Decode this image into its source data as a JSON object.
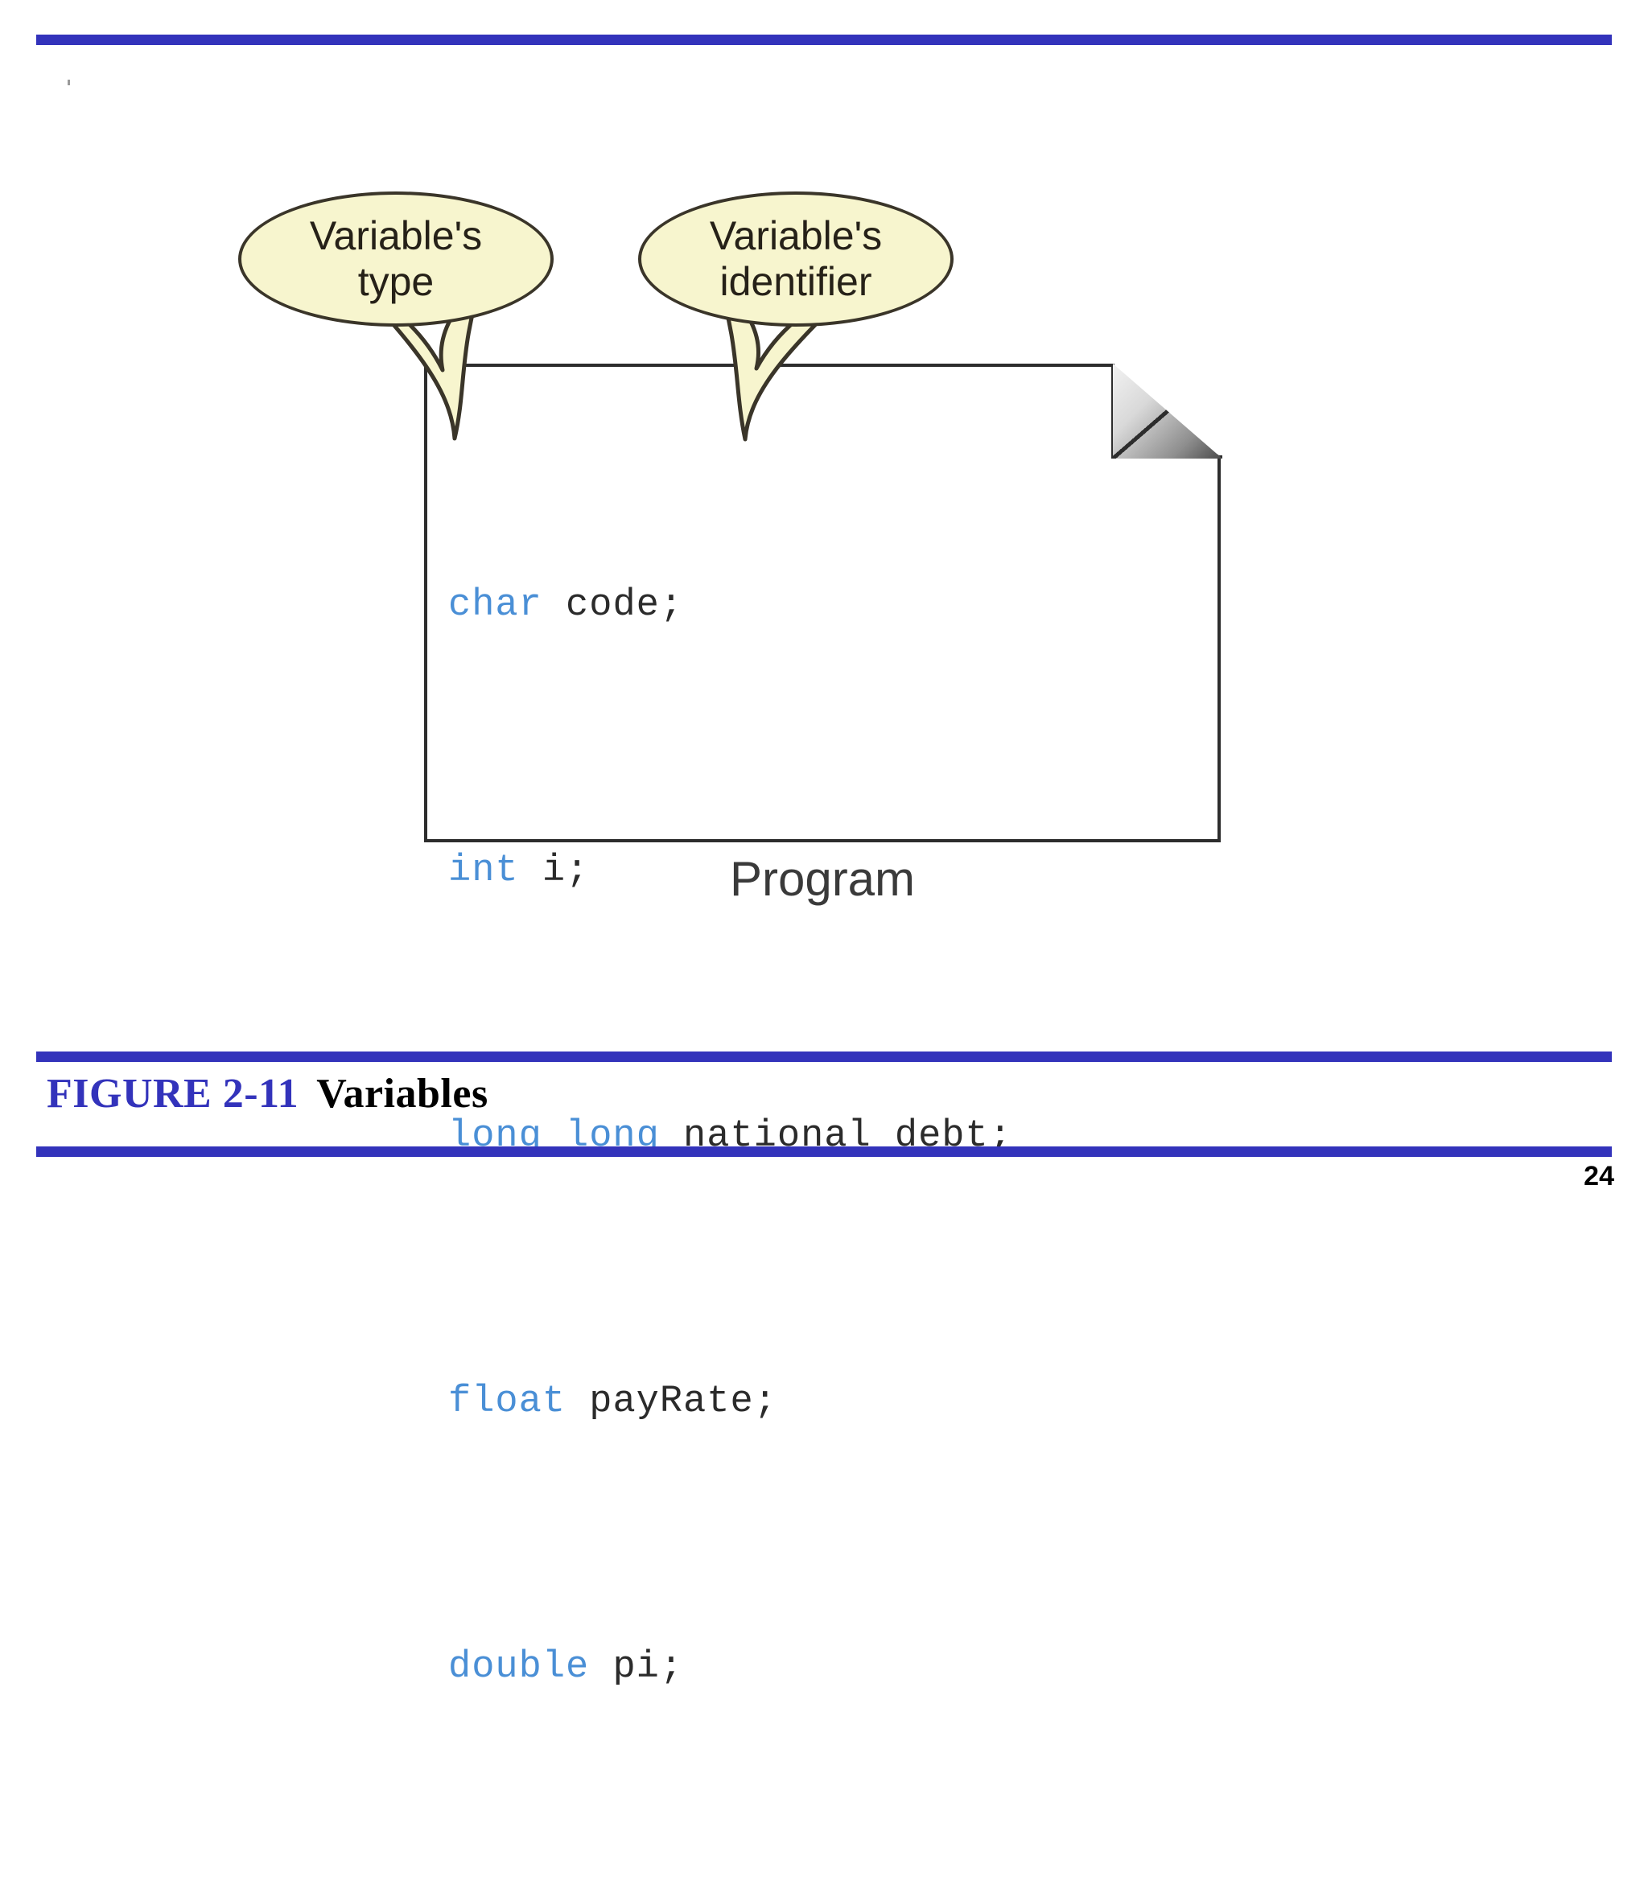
{
  "slide": {
    "page_number": "24",
    "accent_color": "#3333bb"
  },
  "caption": {
    "figure_number": "FIGURE 2-11",
    "figure_title": "Variables"
  },
  "figure": {
    "document_label": "Program",
    "code_lines": [
      {
        "keyword": "char",
        "rest": " code;"
      },
      {
        "keyword": "int",
        "rest": " i;"
      },
      {
        "keyword": "long long",
        "rest": " national_debt;"
      },
      {
        "keyword": "float",
        "rest": " payRate;"
      },
      {
        "keyword": "double",
        "rest": " pi;"
      }
    ],
    "code_keyword_color": "#4a8fd6",
    "code_text_color": "#2b2b2b",
    "callouts": [
      {
        "line1": "Variable's",
        "line2": "type"
      },
      {
        "line1": "Variable's",
        "line2": "identifier"
      }
    ],
    "callout_fill": "#f7f5ce",
    "callout_stroke": "#3a3529"
  }
}
